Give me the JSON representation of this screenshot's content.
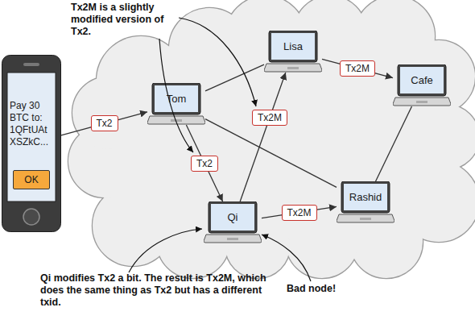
{
  "diagram": {
    "nodes": [
      {
        "text": [
          "Pay 30 BTC to: 1QFtUAt XSZkC..."
        ]
      },
      {
        "text": [
          "OK"
        ],
        "in": 0
      },
      {
        "text": [
          "Tom"
        ]
      },
      {
        "text": [
          "Lisa"
        ]
      },
      {
        "text": [
          "Cafe"
        ]
      },
      {
        "text": [
          "Qi"
        ]
      },
      {
        "text": [
          "Rashid"
        ]
      }
    ],
    "edges": [
      {
        "from": 0,
        "to": 2,
        "label": "Tx2",
        "arrow": "to"
      },
      {
        "from": 2,
        "to": 3,
        "arrow": "none"
      },
      {
        "from": 2,
        "to": 5,
        "label": "Tx2",
        "arrow": "to"
      },
      {
        "from": 2,
        "to": 6,
        "arrow": "none"
      },
      {
        "from": 5,
        "to": 3,
        "label": "Tx2M",
        "arrow": "to"
      },
      {
        "from": 3,
        "to": 4,
        "label": "Tx2M",
        "arrow": "to"
      },
      {
        "from": 5,
        "to": 6,
        "label": "Tx2M",
        "arrow": "to"
      },
      {
        "from": 6,
        "to": 4,
        "arrow": "none"
      }
    ],
    "labels": [
      "Tx2M is a slightly modified version of Tx2.",
      "Qi modifies Tx2 a bit. The result is Tx2M, which does the same thing as Tx2 but has a different txid.",
      "Bad node!"
    ]
  }
}
